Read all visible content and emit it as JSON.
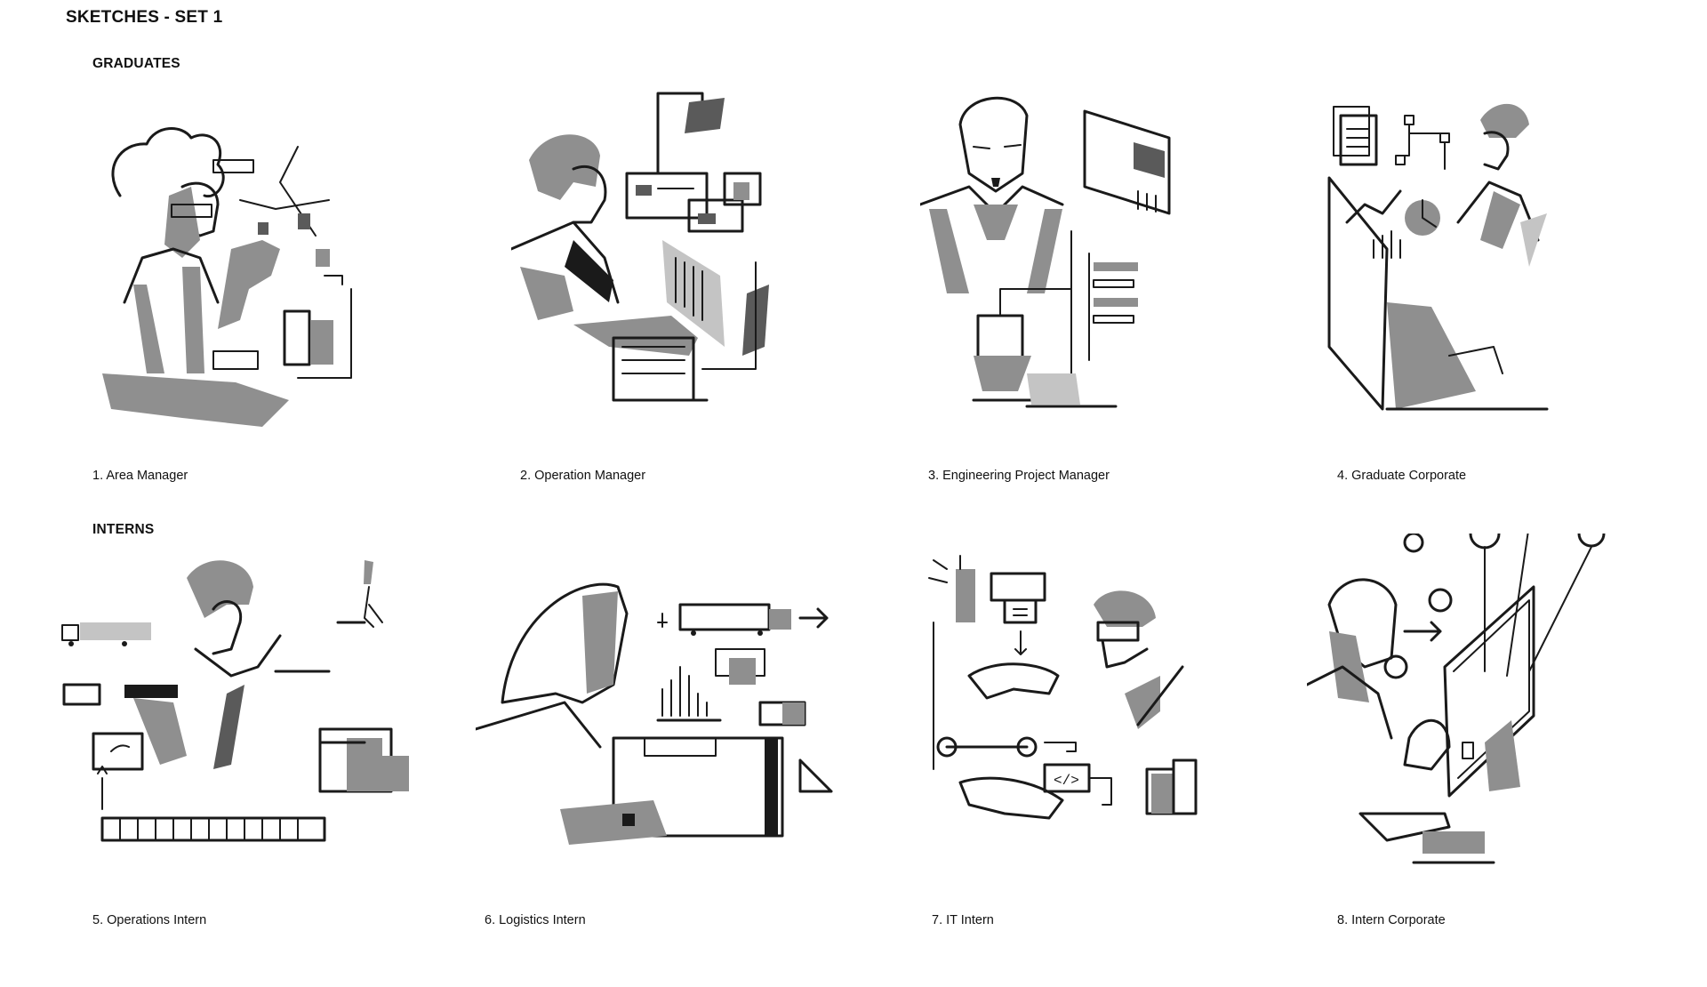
{
  "page": {
    "title": "SKETCHES - SET 1"
  },
  "sections": {
    "graduates": {
      "heading": "GRADUATES"
    },
    "interns": {
      "heading": "INTERNS"
    }
  },
  "sketches": [
    {
      "caption": "1. Area Manager",
      "icon": "area-manager-illustration"
    },
    {
      "caption": "2. Operation Manager",
      "icon": "operation-manager-illustration"
    },
    {
      "caption": "3. Engineering Project Manager",
      "icon": "engineering-project-manager-illustration"
    },
    {
      "caption": "4. Graduate Corporate",
      "icon": "graduate-corporate-illustration"
    },
    {
      "caption": "5. Operations Intern",
      "icon": "operations-intern-illustration"
    },
    {
      "caption": "6. Logistics Intern",
      "icon": "logistics-intern-illustration"
    },
    {
      "caption": "7. IT Intern",
      "icon": "it-intern-illustration"
    },
    {
      "caption": "8. Intern Corporate",
      "icon": "intern-corporate-illustration"
    }
  ],
  "colors": {
    "ink": "#1a1a1a",
    "tone": "#8f8f8f",
    "background": "#ffffff"
  }
}
